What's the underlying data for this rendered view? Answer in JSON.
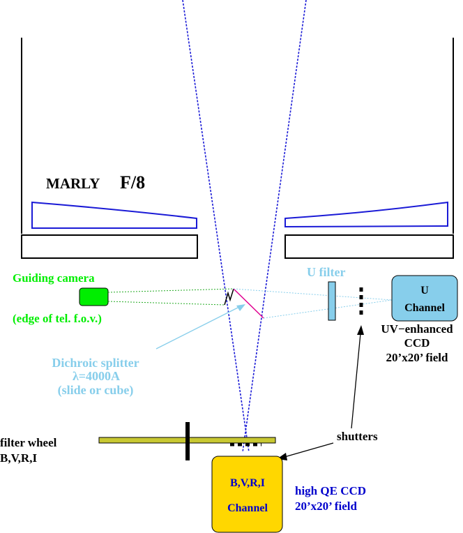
{
  "telescope": {
    "name": "MARLY",
    "focal_ratio": "F/8"
  },
  "guiding": {
    "title": "Guiding camera",
    "subtitle": "(edge of tel. f.o.v.)"
  },
  "u_filter": {
    "label": "U filter"
  },
  "u_channel": {
    "line1": "U",
    "line2": "Channel",
    "ccd_line1": "UV−enhanced",
    "ccd_line2": "CCD",
    "ccd_line3": "20’x20’ field"
  },
  "dichroic": {
    "line1": "Dichroic splitter",
    "line2": "λ=4000A",
    "line3": "(slide or cube)"
  },
  "filter_wheel": {
    "line1": "filter wheel",
    "line2": "B,V,R,I"
  },
  "shutters": {
    "label": "shutters"
  },
  "bvri_channel": {
    "line1": "B,V,R,I",
    "line2": "Channel",
    "ccd_line1": "high QE CCD",
    "ccd_line2": "20’x20’ field"
  },
  "colors": {
    "guiding": "#00ee00",
    "uv": "#87ceeb",
    "blue_text": "#0000cc",
    "mirror": "#1a1ad6",
    "yellow": "#ffd700",
    "u_channel_fill": "#87ceeb",
    "filter_wheel_fill": "#c8c832",
    "splitter": "#e00090"
  }
}
